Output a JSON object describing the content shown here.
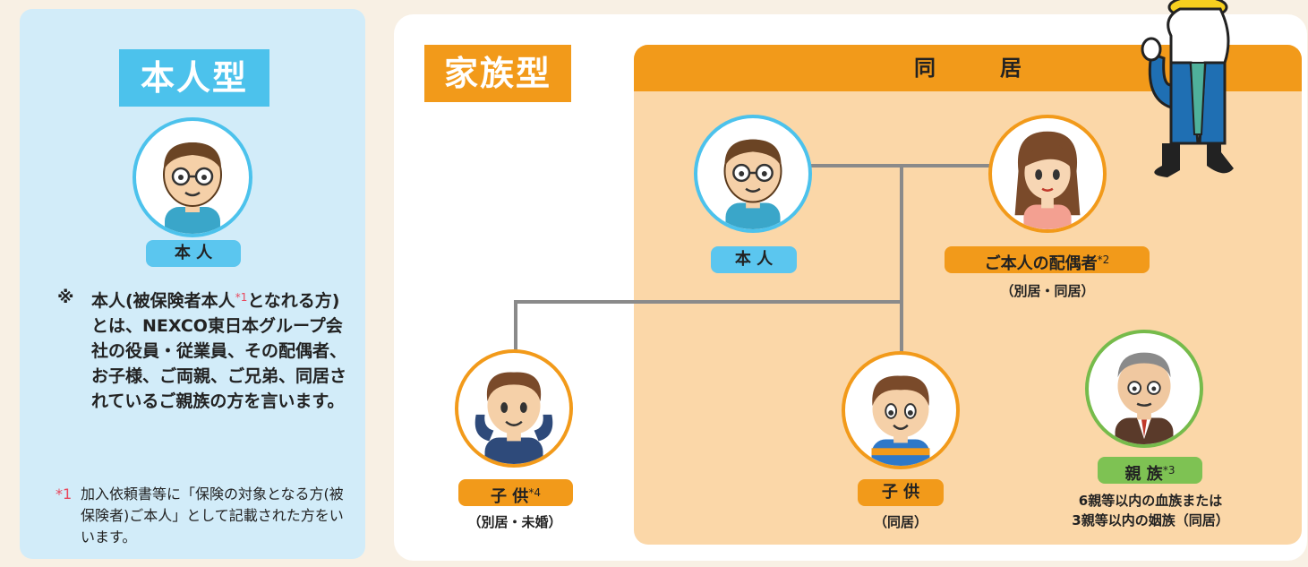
{
  "honnin_type": {
    "title": "本人型",
    "person_label": "本 人",
    "note_mark": "※",
    "note_text_a": "本人(被保険者本人",
    "note_text_ref": "*1",
    "note_text_b": "となれる方)とは、NEXCO東日本グループ会社の役員・従業員、その配偶者、お子様、ご両親、ご兄弟、同居されているご親族の方を言います。",
    "footnote_mark": "*1",
    "footnote_text": "加入依頼書等に「保険の対象となる方(被保険者)ご本人」として記載された方をいいます。"
  },
  "kazoku_type": {
    "title": "家族型",
    "cohabiting_header": "同居",
    "persons": {
      "self": {
        "label": "本 人"
      },
      "spouse": {
        "label": "ご本人の配偶者",
        "ref": "*2",
        "sub": "（別居・同居）"
      },
      "child_separate": {
        "label": "子 供",
        "ref": "*4",
        "sub": "（別居・未婚）"
      },
      "child_cohabiting": {
        "label": "子 供",
        "sub": "（同居）"
      },
      "relatives": {
        "label": "親 族",
        "ref": "*3",
        "sub_line1": "6親等以内の血族または",
        "sub_line2": "3親等以内の姻族（同居）"
      }
    }
  },
  "colors": {
    "blue": "#4cc2ec",
    "orange": "#f29a1a",
    "green": "#76bb4b",
    "cohabit_bg": "#fbd7a8"
  }
}
